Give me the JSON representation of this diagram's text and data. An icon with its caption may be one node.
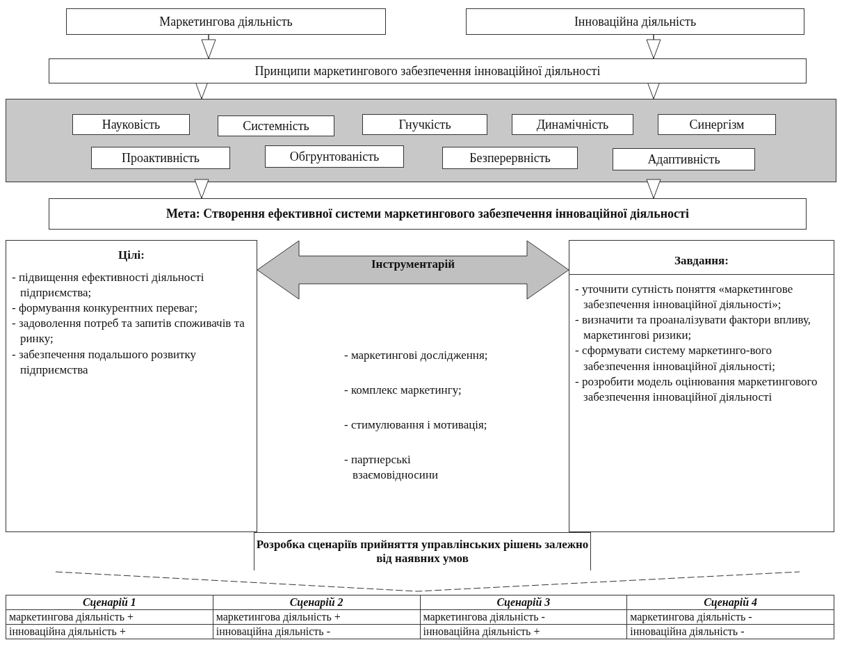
{
  "diagram": {
    "nodes": [
      {
        "text": [
          "Маркетингова діяльність"
        ]
      },
      {
        "text": [
          "Інноваційна діяльність"
        ]
      },
      {
        "text": [
          "Принципи маркетингового забезпечення інноваційної діяльності"
        ]
      },
      {
        "text": [],
        "shape": "box"
      },
      {
        "text": [
          "Науковість"
        ],
        "in": 3
      },
      {
        "text": [
          "Системність"
        ],
        "in": 3
      },
      {
        "text": [
          "Гнучкість"
        ],
        "in": 3
      },
      {
        "text": [
          "Динамічність"
        ],
        "in": 3
      },
      {
        "text": [
          "Синергізм"
        ],
        "in": 3
      },
      {
        "text": [
          "Проактивність"
        ],
        "in": 3
      },
      {
        "text": [
          "Обгрунтованість"
        ],
        "in": 3
      },
      {
        "text": [
          "Безперервність"
        ],
        "in": 3
      },
      {
        "text": [
          "Адаптивність"
        ],
        "in": 3
      },
      {
        "text": [
          "Мета: Створення ефективної системи маркетингового забезпечення інноваційної діяльності"
        ]
      },
      {
        "text": [
          "Цілі:",
          "- підвищення ефективності діяльності підприємства;",
          "- формування конкурентних переваг;",
          "- задоволення потреб та запитів споживачів та ринку;",
          "- забезпечення подальшого розвитку підприємства"
        ]
      },
      {
        "text": [
          "Завдання:",
          "- уточнити сутність поняття «маркетингове забезпечення інноваційної діяльності»;",
          "- визначити та проаналізувати фактори впливу, маркетингові ризики;",
          "- сформувати систему маркетинго-вого забезпечення інноваційної діяльності;",
          "- розробити модель оцінювання маркетингового забезпечення інноваційної діяльності"
        ]
      },
      {
        "text": [
          "Розробка сценаріїв прийняття управлінських рішень залежно від наявних умов"
        ]
      }
    ],
    "edges": [
      {
        "from": 0,
        "to": 2,
        "arrow": "to"
      },
      {
        "from": 1,
        "to": 2,
        "arrow": "to"
      },
      {
        "from": 2,
        "to": 3,
        "arrow": "to"
      },
      {
        "from": 2,
        "to": 3,
        "arrow": "to"
      },
      {
        "from": 3,
        "to": 13,
        "arrow": "to"
      },
      {
        "from": 3,
        "to": 13,
        "arrow": "to"
      },
      {
        "from": 14,
        "to": 15,
        "arrow": "both",
        "label": "Інструментарій",
        "style": "thick",
        "color": "#c0c0c0"
      }
    ],
    "labels": [
      "- маркетингові дослідження;",
      "- комплекс маркетингу;",
      "- стимулювання і мотивація;",
      "- партнерські взаємовідносини",
      "Сценарій 1",
      "Сценарій 2",
      "Сценарій 3",
      "Сценарій 4",
      "маркетингова діяльність +",
      "маркетингова діяльність +",
      "маркетингова діяльність -",
      "маркетингова діяльність -",
      "інноваційна діяльність +",
      "інноваційна діяльність -",
      "інноваційна діяльність +",
      "інноваційна діяльність -"
    ]
  }
}
